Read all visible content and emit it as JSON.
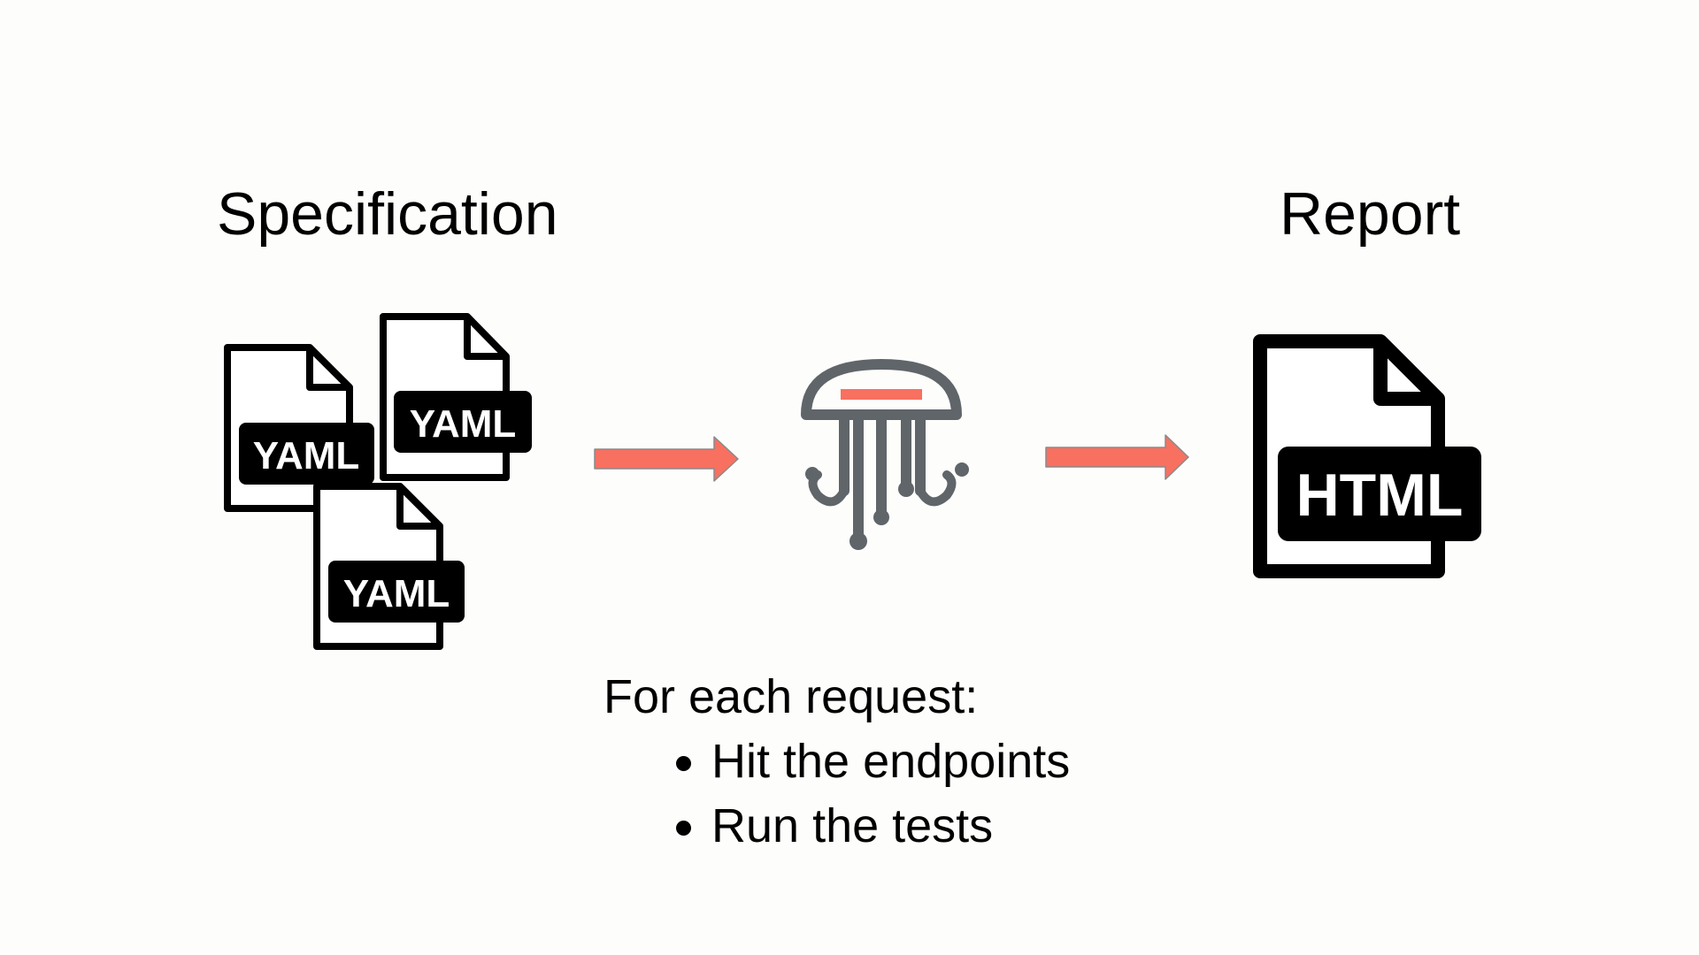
{
  "titles": {
    "specification": "Specification",
    "report": "Report"
  },
  "files": {
    "input_badges": [
      "YAML",
      "YAML",
      "YAML"
    ],
    "output_badge": "HTML"
  },
  "process": {
    "heading": "For each request:",
    "steps": [
      "Hit the endpoints",
      "Run the tests"
    ]
  },
  "colors": {
    "arrow": "#f87060",
    "logo": "#5f6569",
    "logo_accent": "#f87060",
    "file": "#000000",
    "background": "#fdfdfb"
  },
  "icons": {
    "input": "yaml-file-icon",
    "tool": "jellyfish-logo-icon",
    "output": "html-file-icon",
    "flow": "right-arrow-icon"
  }
}
